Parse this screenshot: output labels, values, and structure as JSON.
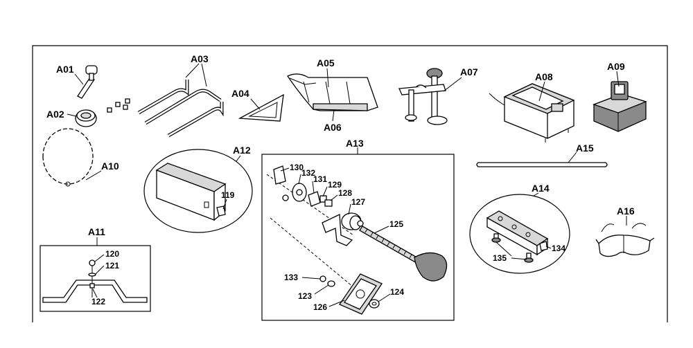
{
  "callouts": {
    "A01": "A01",
    "A02": "A02",
    "A03": "A03",
    "A04": "A04",
    "A05": "A05",
    "A06": "A06",
    "A07": "A07",
    "A08": "A08",
    "A09": "A09",
    "A10": "A10",
    "A11": "A11",
    "A12": "A12",
    "A13": "A13",
    "A14": "A14",
    "A15": "A15",
    "A16": "A16",
    "p119": "119",
    "p120": "120",
    "p121": "121",
    "p122": "122",
    "p123": "123",
    "p124": "124",
    "p125": "125",
    "p126": "126",
    "p127": "127",
    "p128": "128",
    "p129": "129",
    "p130": "130",
    "p131": "131",
    "p132": "132",
    "p133": "133",
    "p134": "134",
    "p135": "135"
  },
  "icons": [
    "hex-key",
    "collar",
    "extension-rails",
    "square",
    "dust-bag",
    "clamp",
    "charger",
    "battery",
    "saw-blade",
    "bracket",
    "device-panel",
    "fence-assembly",
    "rod",
    "rail-guide",
    "safety-glasses"
  ]
}
